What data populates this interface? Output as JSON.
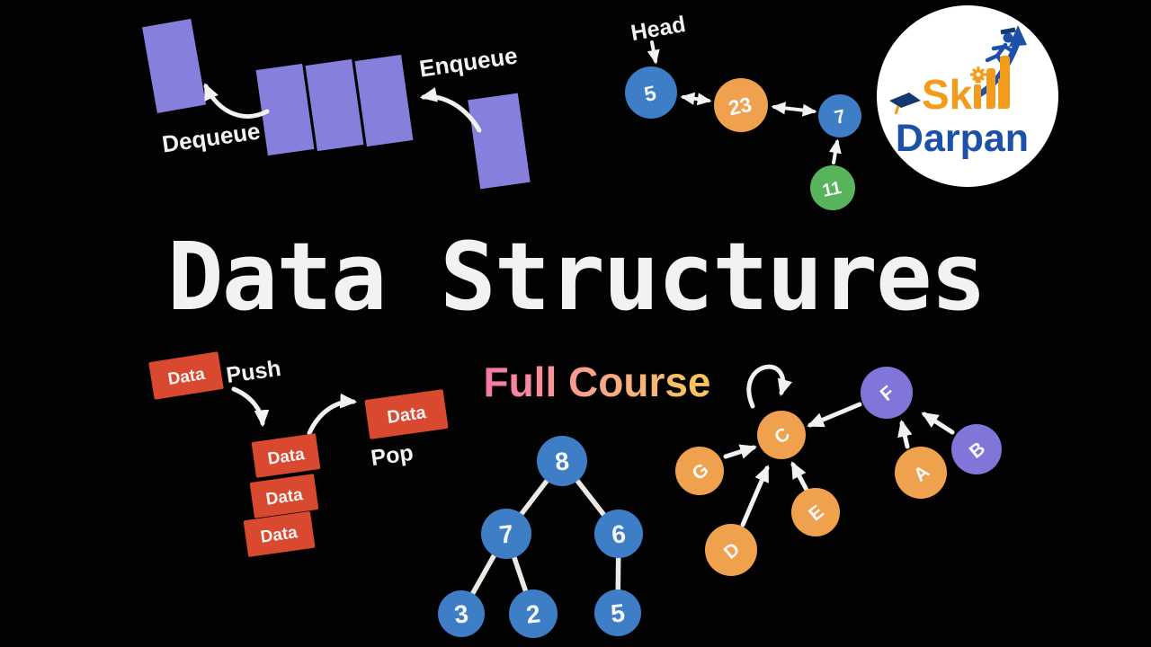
{
  "title": {
    "text": "Data Structures"
  },
  "subtitle": {
    "text": "Full Course"
  },
  "colors": {
    "background": "#020202",
    "queue_purple": "#8680dc",
    "stack_red": "#d8492f",
    "node_blue": "#3d7ec6",
    "node_orange": "#f0a14e",
    "node_green": "#57b45b",
    "node_purple": "#8076d9",
    "arrow_white": "#f2f2f2",
    "title_white": "#f2f2f2",
    "subtitle_gradient_start": "#f76fae",
    "subtitle_gradient_mid": "#f7a68b",
    "subtitle_gradient_end": "#f7cd4f",
    "logo_orange": "#f39c1c",
    "logo_blue": "#1d50a8",
    "logo_navy": "#123a6e"
  },
  "queue_diagram": {
    "dequeue_label": "Dequeue",
    "enqueue_label": "Enqueue"
  },
  "linked_list_diagram": {
    "head_label": "Head",
    "nodes": [
      {
        "value": "5",
        "color": "#3d7ec6"
      },
      {
        "value": "23",
        "color": "#f0a14e"
      },
      {
        "value": "7",
        "color": "#3d7ec6"
      },
      {
        "value": "11",
        "color": "#57b45b"
      }
    ],
    "edges": [
      "5<->23",
      "23<->7",
      "11->7"
    ]
  },
  "stack_diagram": {
    "push_label": "Push",
    "pop_label": "Pop",
    "incoming_box": "Data",
    "outgoing_box": "Data",
    "stack_boxes": [
      "Data",
      "Data",
      "Data"
    ]
  },
  "tree_diagram": {
    "nodes": [
      {
        "value": "8"
      },
      {
        "value": "7"
      },
      {
        "value": "6"
      },
      {
        "value": "3"
      },
      {
        "value": "2"
      },
      {
        "value": "5"
      }
    ],
    "edges": [
      "8-7",
      "8-6",
      "7-3",
      "7-2",
      "6-5"
    ]
  },
  "graph_diagram": {
    "nodes": [
      {
        "label": "C",
        "color": "#f0a14e"
      },
      {
        "label": "G",
        "color": "#f0a14e"
      },
      {
        "label": "D",
        "color": "#f0a14e"
      },
      {
        "label": "E",
        "color": "#f0a14e"
      },
      {
        "label": "A",
        "color": "#f0a14e"
      },
      {
        "label": "F",
        "color": "#8076d9"
      },
      {
        "label": "B",
        "color": "#8076d9"
      }
    ],
    "edges": [
      "G->C",
      "D->C",
      "E->C",
      "F->C",
      "A->F",
      "B->F",
      "C->C (self loop)"
    ]
  },
  "logo": {
    "line1": "Skill",
    "line2": "Darpan"
  }
}
